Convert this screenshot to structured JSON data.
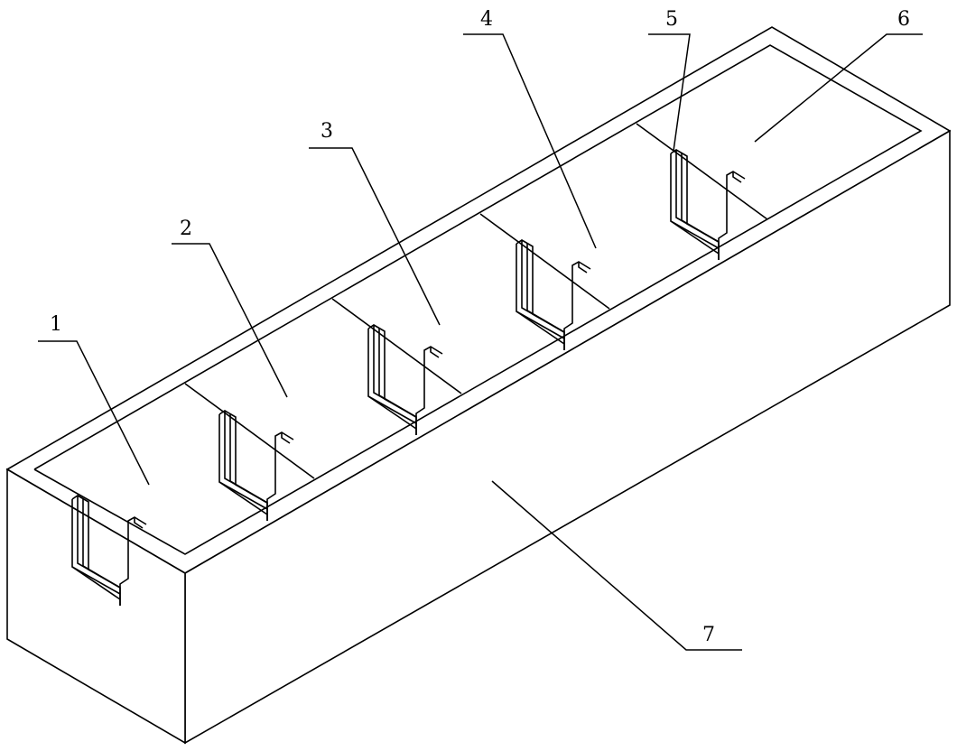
{
  "colors": {
    "stroke": "#000000",
    "background": "#ffffff"
  },
  "labels": [
    {
      "id": "label-1",
      "text": "1"
    },
    {
      "id": "label-2",
      "text": "2"
    },
    {
      "id": "label-3",
      "text": "3"
    },
    {
      "id": "label-4",
      "text": "4"
    },
    {
      "id": "label-5",
      "text": "5"
    },
    {
      "id": "label-6",
      "text": "6"
    },
    {
      "id": "label-7",
      "text": "7"
    }
  ]
}
